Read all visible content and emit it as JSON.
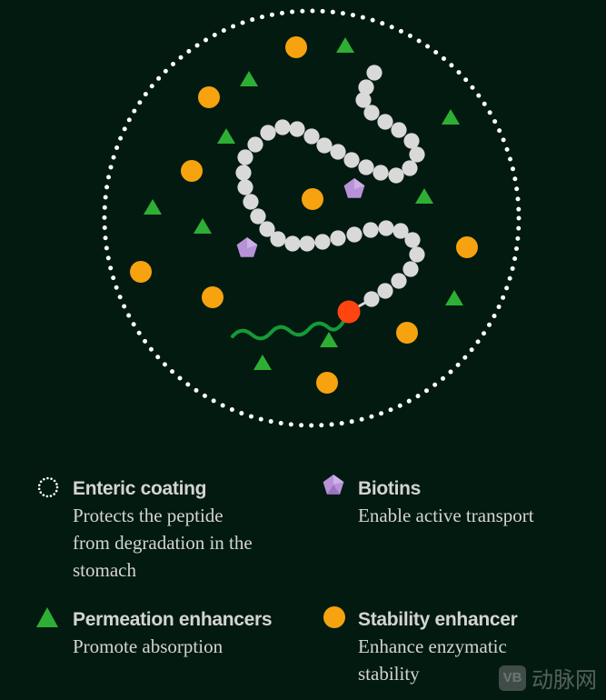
{
  "colors": {
    "background": "#031a10",
    "coating": "#ffffff",
    "peptide_bead": "#d9d9d9",
    "biotin": "#b892d8",
    "permeation": "#2fae35",
    "stability": "#f7a20f",
    "terminal_bead": "#ff4412",
    "tail": "#159a3a"
  },
  "legend": {
    "enteric": {
      "icon": "dotted-circle-icon",
      "title": "Enteric coating",
      "desc_lines": [
        "Protects the peptide",
        "from degradation in the",
        "stomach"
      ]
    },
    "biotins": {
      "icon": "pentagon-icon",
      "title": "Biotins",
      "desc_lines": [
        "Enable active transport"
      ]
    },
    "permeation": {
      "icon": "triangle-icon",
      "title": "Permeation enhancers",
      "desc_lines": [
        "Promote absorption"
      ]
    },
    "stability": {
      "icon": "circle-icon",
      "title": "Stability enhancer",
      "desc_lines": [
        "Enhance enzymatic",
        "stability"
      ]
    }
  },
  "watermark": {
    "badge": "VB",
    "text": "动脉网"
  }
}
